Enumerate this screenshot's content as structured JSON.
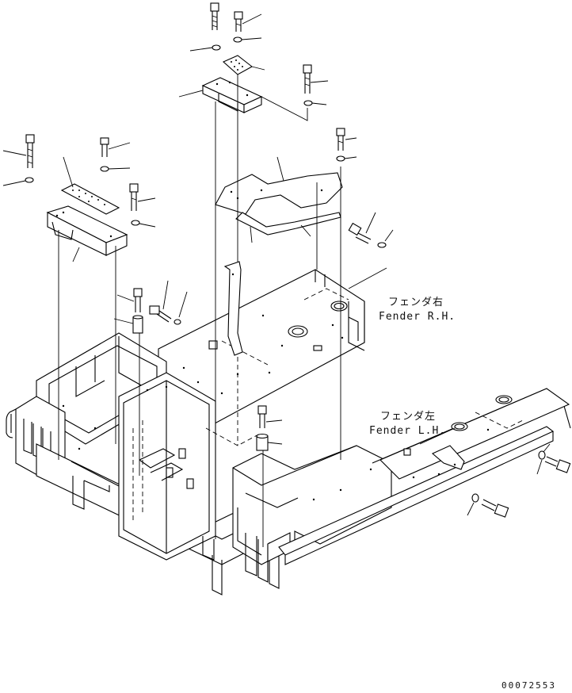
{
  "labels": {
    "fender_rh_jp": "フェンダ右",
    "fender_rh_en": "Fender R.H.",
    "fender_lh_jp": "フェンダ左",
    "fender_lh_en": "Fender L.H.",
    "drawing_number": "00072553"
  }
}
